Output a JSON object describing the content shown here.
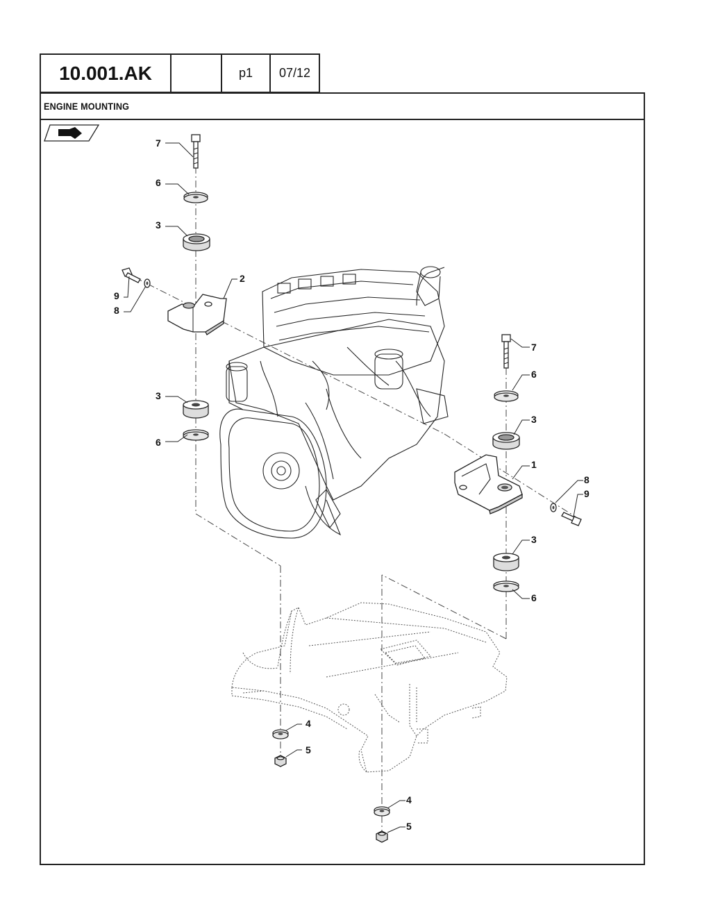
{
  "header": {
    "code": "10.001.AK",
    "blank": "",
    "page": "p1",
    "date": "07/12"
  },
  "section_title": "ENGINE MOUNTING",
  "callouts": {
    "c7a": "7",
    "c6a": "6",
    "c3a": "3",
    "c9a": "9",
    "c8a": "8",
    "c2": "2",
    "c3b": "3",
    "c6b": "6",
    "c7b": "7",
    "c6c": "6",
    "c3c": "3",
    "c1": "1",
    "c8b": "8",
    "c9b": "9",
    "c3d": "3",
    "c6d": "6",
    "c4a": "4",
    "c5a": "5",
    "c4b": "4",
    "c5b": "5"
  },
  "icons": {
    "view_badge": "arrow-view-icon"
  }
}
